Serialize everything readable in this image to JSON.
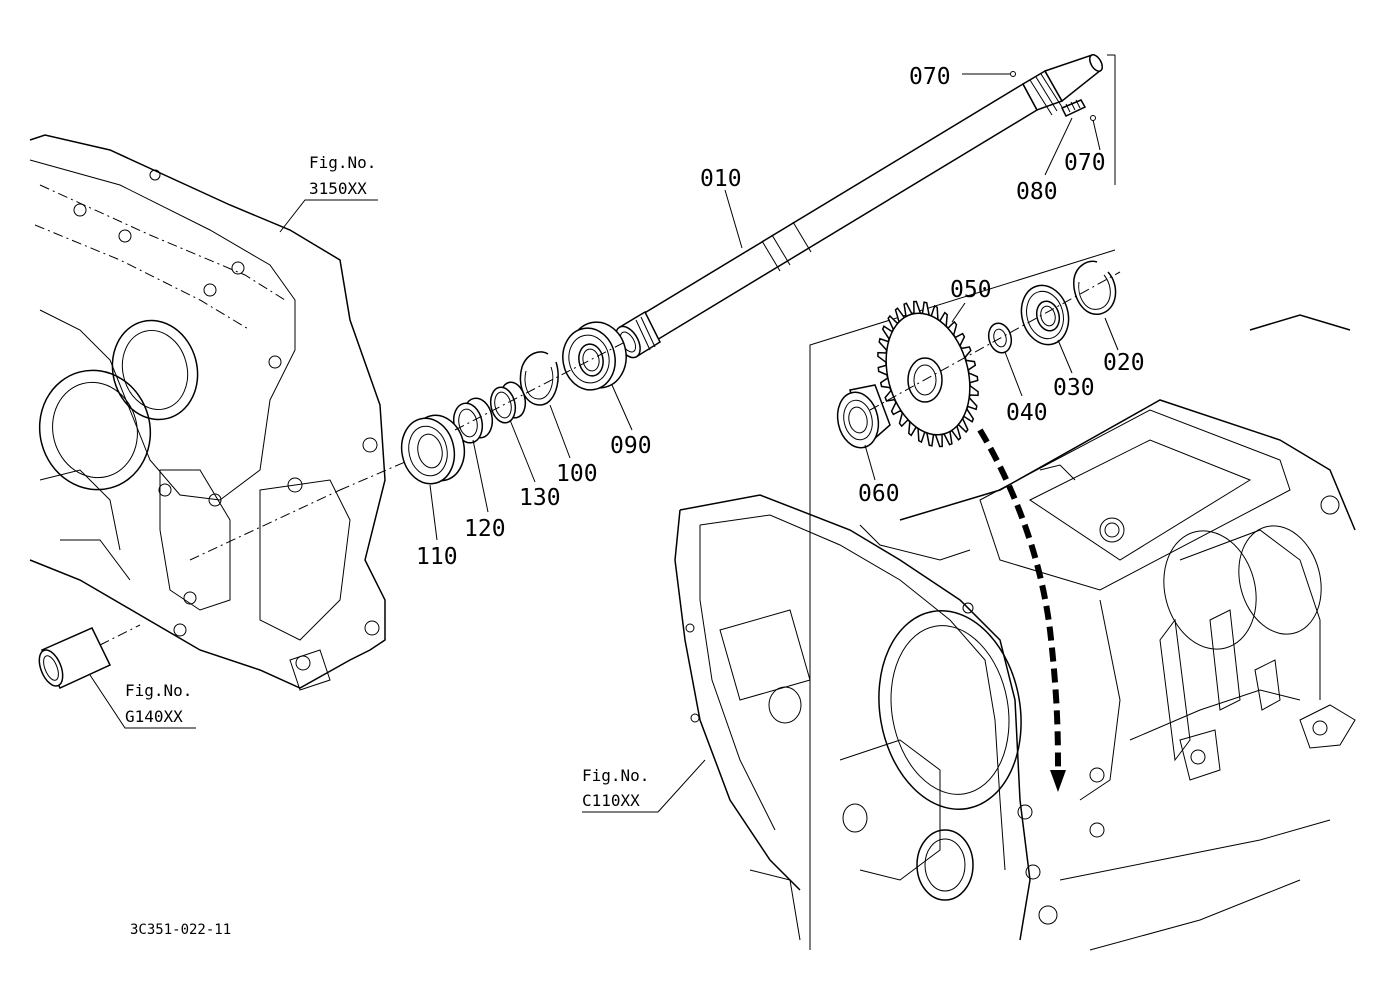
{
  "parts": {
    "p070a": "070",
    "p070b": "070",
    "p080": "080",
    "p010": "010",
    "p050": "050",
    "p020": "020",
    "p030": "030",
    "p040": "040",
    "p060": "060",
    "p090": "090",
    "p100": "100",
    "p130": "130",
    "p120": "120",
    "p110": "110"
  },
  "figures": {
    "f3150": {
      "title": "Fig.No.",
      "code": "3150XX"
    },
    "fG140": {
      "title": "Fig.No.",
      "code": "G140XX"
    },
    "fC110": {
      "title": "Fig.No.",
      "code": "C110XX"
    }
  },
  "drawing_code": "3C351-022-11"
}
